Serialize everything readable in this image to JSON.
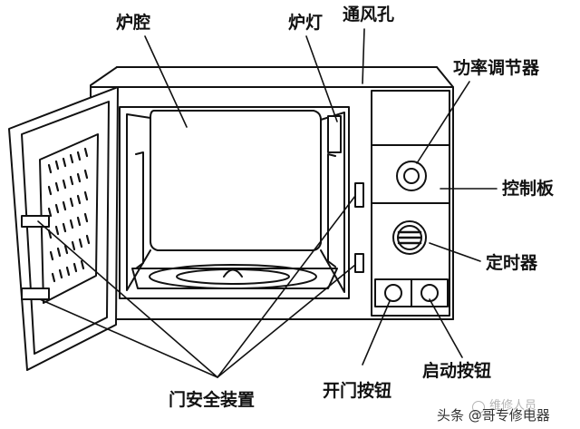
{
  "labels": {
    "cavity": "炉腔",
    "lamp": "炉灯",
    "vent": "通风孔",
    "power": "功率调节器",
    "control": "控制板",
    "timer": "定时器",
    "start": "启动按钮",
    "open": "开门按钮",
    "safety": "门安全装置"
  },
  "watermark": {
    "source": "头条 @哥专修电器",
    "faint": "维修人员"
  },
  "colors": {
    "line": "#111111",
    "background": "#ffffff"
  },
  "icons": {
    "watermark_icon": "wechat-icon"
  }
}
